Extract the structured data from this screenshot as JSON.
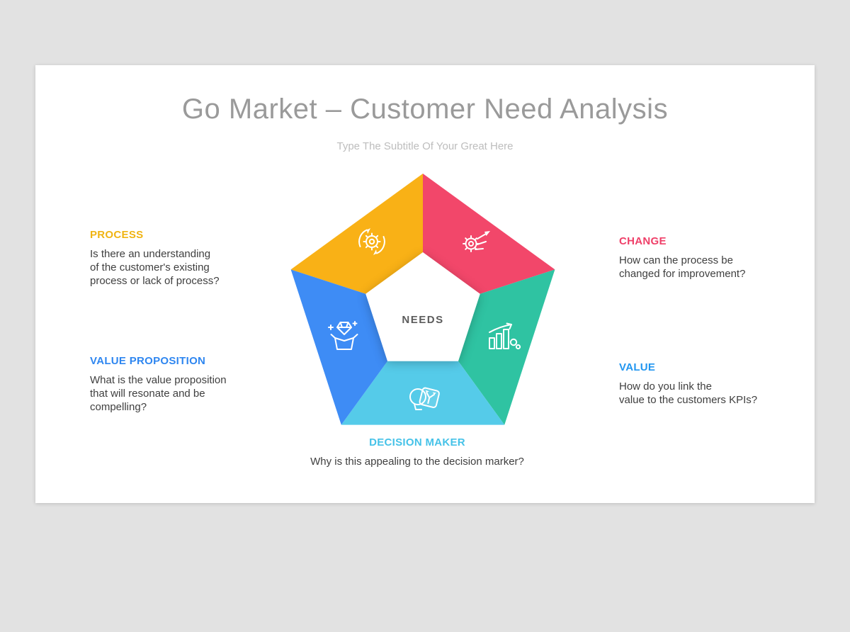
{
  "slide": {
    "title": "Go Market – Customer Need Analysis",
    "subtitle": "Type The Subtitle Of Your Great Here",
    "background_color": "#E2E2E2",
    "card_color": "#FFFFFF"
  },
  "diagram": {
    "center_label": "NEEDS",
    "segments": [
      {
        "name": "Process",
        "color": "#F9B116",
        "icon": "process-cycle-icon"
      },
      {
        "name": "Change",
        "color": "#F2476A",
        "icon": "change-gear-arrow-icon"
      },
      {
        "name": "Value",
        "color": "#2FC3A2",
        "icon": "growth-chart-icon"
      },
      {
        "name": "Decision Maker",
        "color": "#55CBE9",
        "icon": "decision-head-icon"
      },
      {
        "name": "Value Proposition",
        "color": "#3E8CF5",
        "icon": "diamond-box-icon"
      }
    ]
  },
  "callouts": {
    "process": {
      "label": "PROCESS",
      "color": "#F0B413",
      "text": "Is there an understanding\nof the customer's existing\nprocess or lack of process?"
    },
    "change": {
      "label": "CHANGE",
      "color": "#EF3F68",
      "text": "How can the process be\nchanged for improvement?"
    },
    "value_proposition": {
      "label": "VALUE PROPOSITION",
      "color": "#2E86F0",
      "text": "What is the value proposition\nthat will resonate and be\ncompelling?"
    },
    "value": {
      "label": "VALUE",
      "color": "#2196F0",
      "text": "How do you link the\nvalue to the customers KPIs?"
    },
    "decision_maker": {
      "label": "DECISION MAKER",
      "color": "#45C2E8",
      "text": "Why is this appealing to the decision marker?"
    }
  }
}
